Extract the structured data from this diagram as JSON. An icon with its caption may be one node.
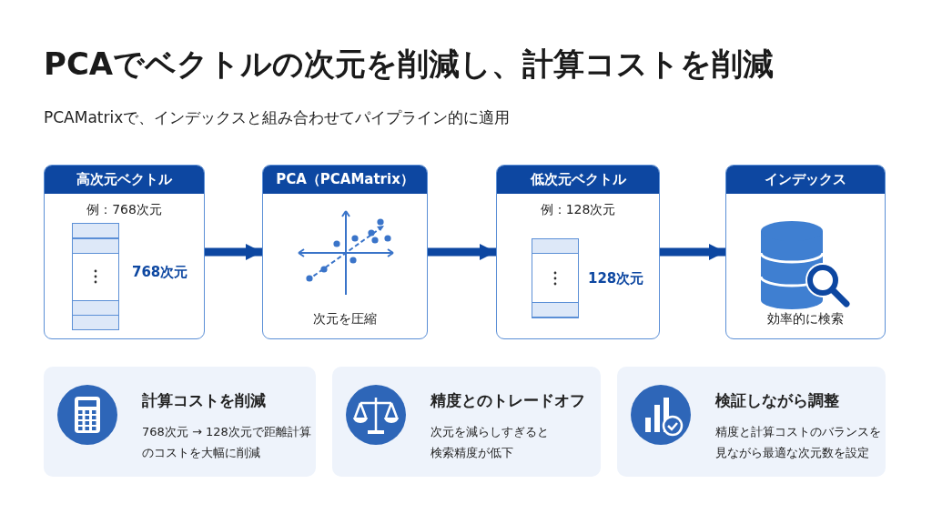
{
  "diagram": {
    "title": "**PCA**でベクトルの次元を削減し、**計算コストを削減**",
    "nodes": [
      {
        "text": [
          "高次元ベクトル",
          "例：768次元",
          "768次元"
        ]
      },
      {
        "text": [
          "PCA（PCAMatrix）",
          "次元を圧縮"
        ]
      },
      {
        "text": [
          "低次元ベクトル",
          "例：128次元",
          "128次元"
        ]
      },
      {
        "text": [
          "インデックス",
          "効率的に検索"
        ]
      },
      {
        "text": [
          "計算コストを削減",
          "768次元 → 128次元で距離計算のコストを大幅に削減"
        ]
      },
      {
        "text": [
          "精度とのトレードオフ",
          "次元を減らしすぎると検索精度が低下"
        ]
      },
      {
        "text": [
          "検証しながら調整",
          "精度と計算コストのバランスを見ながら最適な次元数を設定"
        ]
      }
    ],
    "edges": [
      {
        "from": 0,
        "to": 1,
        "arrow": "to"
      },
      {
        "from": 1,
        "to": 2,
        "arrow": "to"
      },
      {
        "from": 2,
        "to": 3,
        "arrow": "to"
      }
    ],
    "labels": [
      "PCAMatrixで、インデックスと組み合わせてパイプライン的に適用"
    ]
  }
}
